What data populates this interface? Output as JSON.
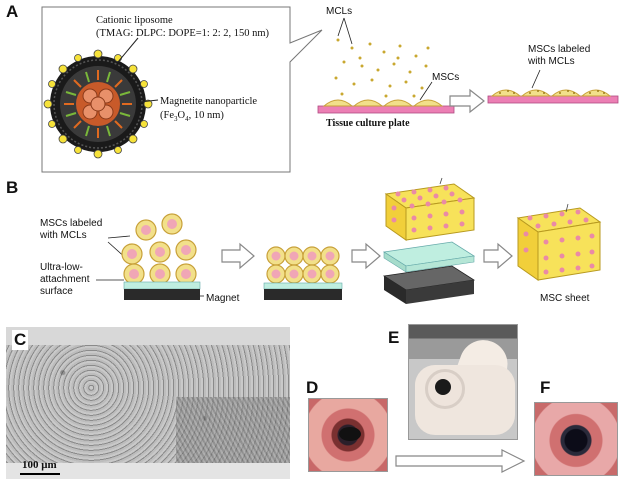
{
  "panels": {
    "a": {
      "letter": "A"
    },
    "b": {
      "letter": "B"
    },
    "c": {
      "letter": "C"
    },
    "d": {
      "letter": "D"
    },
    "e": {
      "letter": "E"
    },
    "f": {
      "letter": "F"
    }
  },
  "panel_a": {
    "liposome_title": "Cationic liposome",
    "liposome_composition": "(TMAG: DLPC: DOPE=1: 2: 2, 150 nm)",
    "magnetite_label": "Magnetite nanoparticle",
    "magnetite_size": "(Fe3O4, 10 nm)",
    "mcls_label": "MCLs",
    "mscs_label": "MSCs",
    "plate_label": "Tissue culture plate",
    "labeled_line1": "MSCs labeled",
    "labeled_line2": "with MCLs"
  },
  "panel_b": {
    "labeled_line1": "MSCs labeled",
    "labeled_line2": "with MCLs",
    "surface_line1": "Ultra-low-",
    "surface_line2": "attachment",
    "surface_line3": "surface",
    "magnet_label": "Magnet",
    "sheet_label": "MSC sheet"
  },
  "panel_c": {
    "scale_bar": "100 μm"
  },
  "colors": {
    "cell_fill": "#f2e08a",
    "cell_outline": "#c8a13a",
    "plate_pink": "#ec7fb4",
    "sheet_yellow": "#f7e25a",
    "magnet_dark": "#2a2a2a",
    "surface_cyan": "#bfeee0",
    "arrow_gray": "#888888"
  }
}
